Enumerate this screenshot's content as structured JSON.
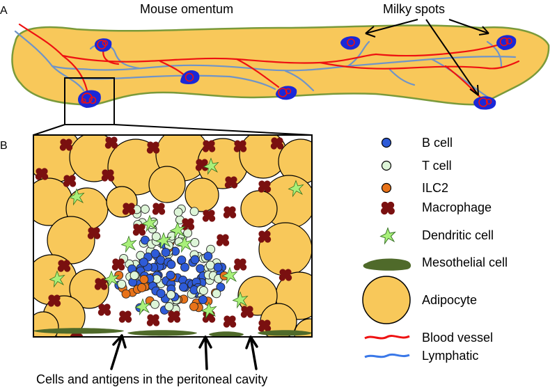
{
  "panel_a": {
    "letter": "A",
    "title": "Mouse omentum",
    "callout": "Milky spots"
  },
  "panel_b": {
    "letter": "B",
    "caption": "Cells and antigens in the peritoneal cavity"
  },
  "legend": {
    "b_cell": "B cell",
    "t_cell": "T cell",
    "ilc2": "ILC2",
    "macrophage": "Macrophage",
    "dendritic_cell": "Dendritic cell",
    "mesothelial_cell": "Mesothelial cell",
    "adipocyte": "Adipocyte",
    "blood_vessel": "Blood vessel",
    "lymphatic": "Lymphatic"
  },
  "colors": {
    "adipose_fill": "#F8C85A",
    "adipose_stroke": "#7A9A3A",
    "b_cell": "#2E5BD8",
    "t_cell": "#DDF5D8",
    "ilc2": "#E8731A",
    "macrophage": "#7A1010",
    "dendritic_cell": "#A8F07A",
    "mesothelial": "#4F6A2A",
    "blood_vessel": "#EE1111",
    "lymphatic": "#3A78E8",
    "milky_spot": "#1A28D8"
  }
}
